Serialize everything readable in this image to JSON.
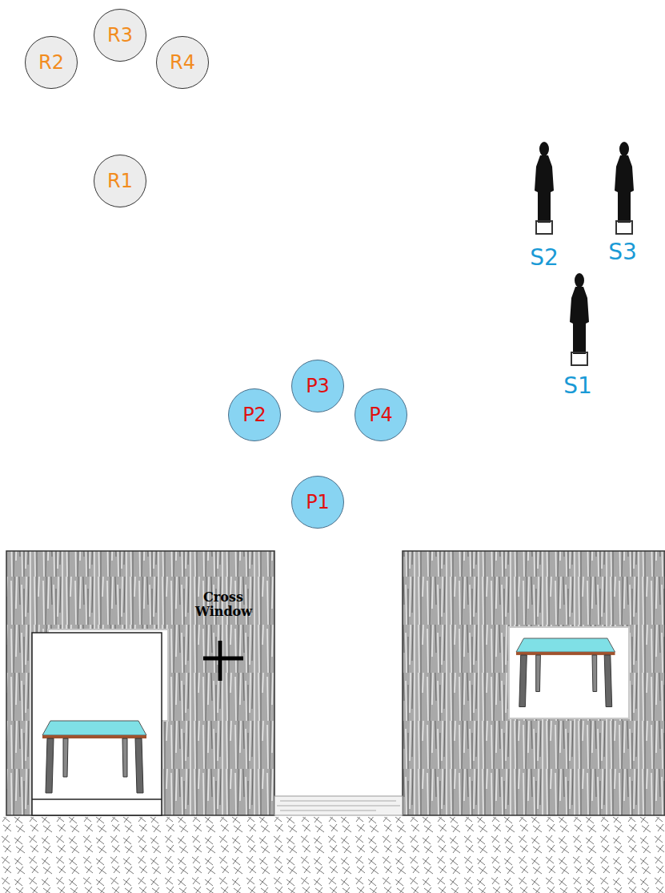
{
  "diagram": {
    "nodes": [
      {
        "text": [
          "R2"
        ]
      },
      {
        "text": [
          "R3"
        ]
      },
      {
        "text": [
          "R4"
        ]
      },
      {
        "text": [
          "R1"
        ]
      },
      {
        "text": [
          "P3"
        ]
      },
      {
        "text": [
          "P2"
        ]
      },
      {
        "text": [
          "P4"
        ]
      },
      {
        "text": [
          "P1"
        ]
      }
    ],
    "labels": [
      "S2",
      "S3",
      "S1",
      "Cross Window"
    ]
  }
}
